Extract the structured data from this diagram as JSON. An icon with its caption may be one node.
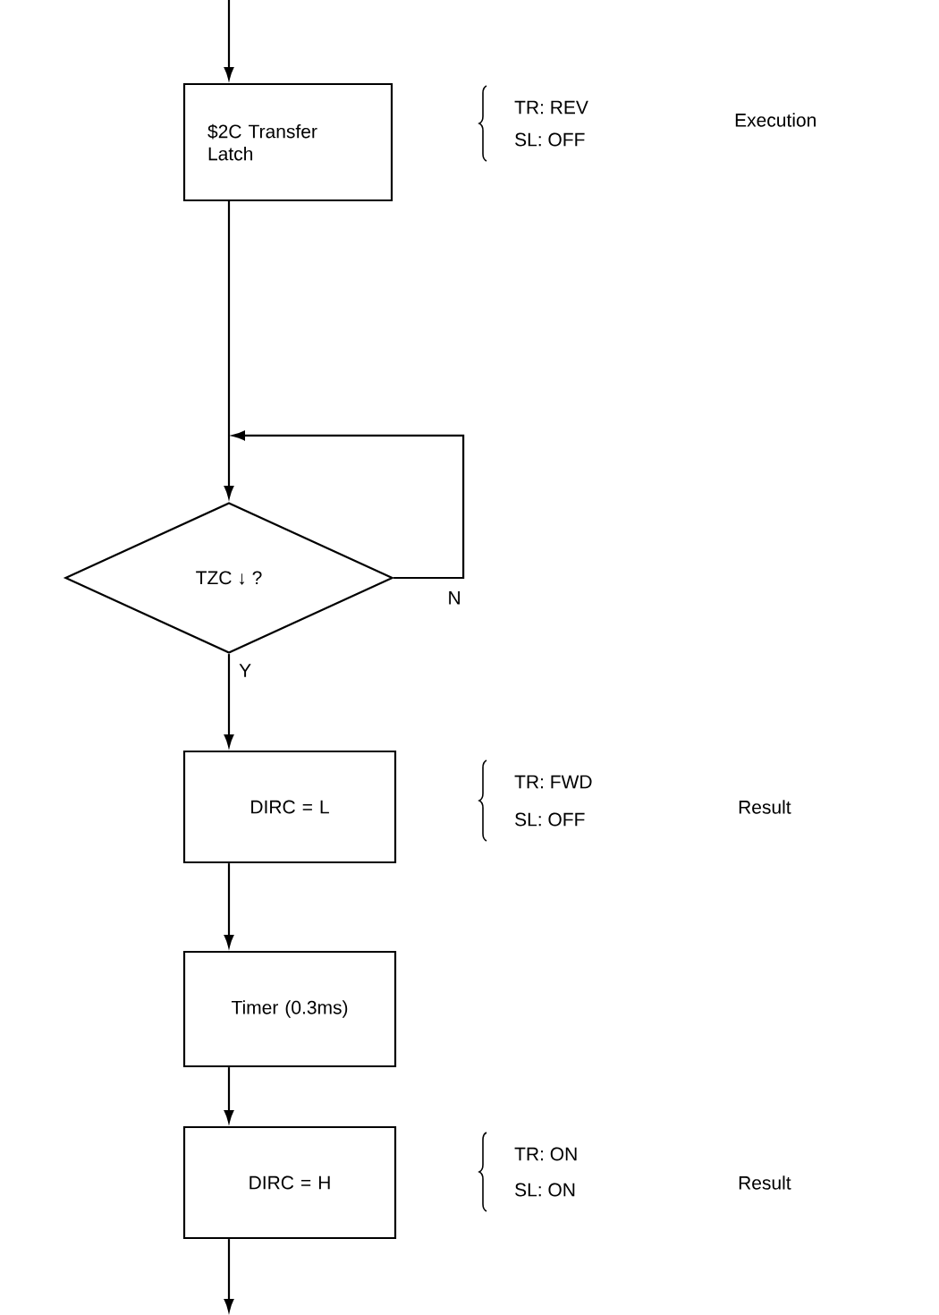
{
  "diagram": {
    "nodes": [
      {
        "text": [
          "$2C Transfer Latch"
        ],
        "beside": [
          "TR: REV",
          "SL: OFF"
        ]
      },
      {
        "text": [
          "TZC ↓ ?"
        ]
      },
      {
        "text": [
          "DIRC = L"
        ],
        "beside": [
          "TR: FWD",
          "SL: OFF"
        ]
      },
      {
        "text": [
          "Timer (0.3ms)"
        ]
      },
      {
        "text": [
          "DIRC = H"
        ],
        "beside": [
          "TR: ON",
          "SL: ON"
        ]
      }
    ],
    "labels": [
      "Execution",
      "Result",
      "Result"
    ],
    "edges": [
      {
        "from": null,
        "to": 0,
        "arrow": "to"
      },
      {
        "from": 0,
        "to": 1,
        "arrow": "to"
      },
      {
        "from": 1,
        "to": 1,
        "arrow": "to",
        "label": "N"
      },
      {
        "from": 1,
        "to": 2,
        "arrow": "to",
        "label": "Y"
      },
      {
        "from": 2,
        "to": 3,
        "arrow": "to"
      },
      {
        "from": 3,
        "to": 4,
        "arrow": "to"
      },
      {
        "from": 4,
        "to": null,
        "arrow": "to"
      }
    ]
  }
}
